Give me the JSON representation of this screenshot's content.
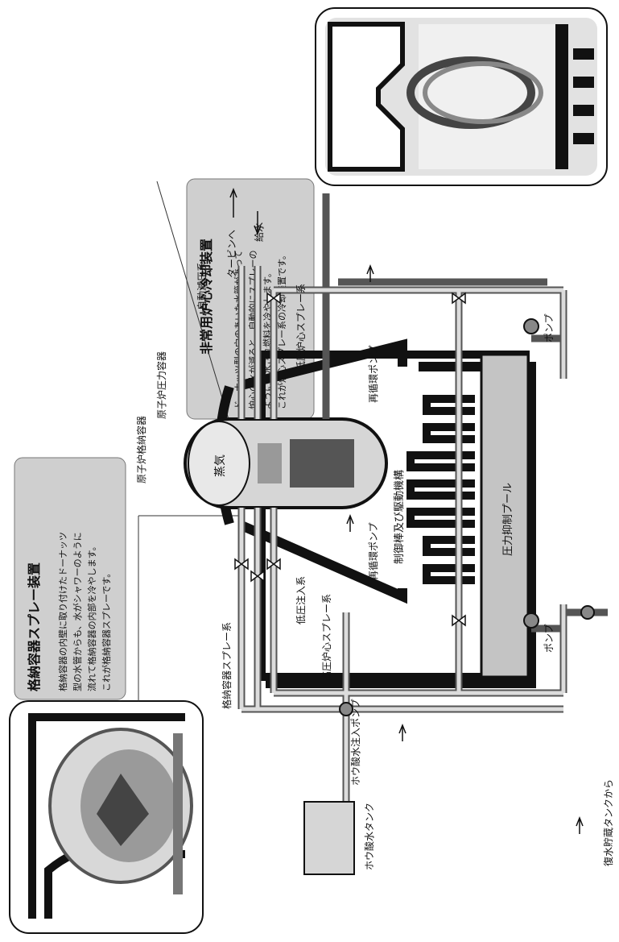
{
  "title": "",
  "components": {
    "containment_vessel": "原子炉格納容器",
    "pressure_vessel": "原子炉圧力容器",
    "auto_depressurization": "自動減圧系",
    "steam": "蒸気",
    "recirc_pump_upper": "再循環ポンプ",
    "recirc_pump_lower": "再循環ポンプ",
    "control_rod_drive": "制御棒及び駆動機構",
    "suppression_pool": "圧力抑制プール",
    "to_turbine": "タービンへ",
    "feedwater": "給水",
    "lp_core_spray": "低圧炉心スプレー系",
    "lp_injection": "低圧注入系",
    "containment_spray": "格納容器スプレー系",
    "hp_core_spray": "高圧炉心スプレー系",
    "boric_pump": "ホウ酸水注入ポンプ",
    "boric_tank": "ホウ酸水タンク",
    "condensate_tank": "復水貯蔵タンクから",
    "pump_right": "ポンプ",
    "pump_left": "ポンプ"
  },
  "callouts": {
    "eccs": {
      "heading": "非常用炉心冷却装置",
      "body": [
        "ドーナッツ型の穴のあいた水管があって",
        "炉心の水が減ると、自動的にスプレーの",
        "ように放水され燃料を冷やします。",
        "これが炉心スプレー系の冷却装置です。"
      ]
    },
    "spray": {
      "heading": "格納容器スプレー装置",
      "body": [
        "格納容器の内壁に取り付けたドーナッツ",
        "型の水管からも、水がシャワーのように",
        "流れて格納容器の内部を冷やします。",
        "これが格納容器スプレーです。"
      ]
    }
  },
  "colors": {
    "wall": "#111111",
    "pipe": "#d6d6d6",
    "panel": "#cfcfcf",
    "pool": "#c4c4c4"
  }
}
